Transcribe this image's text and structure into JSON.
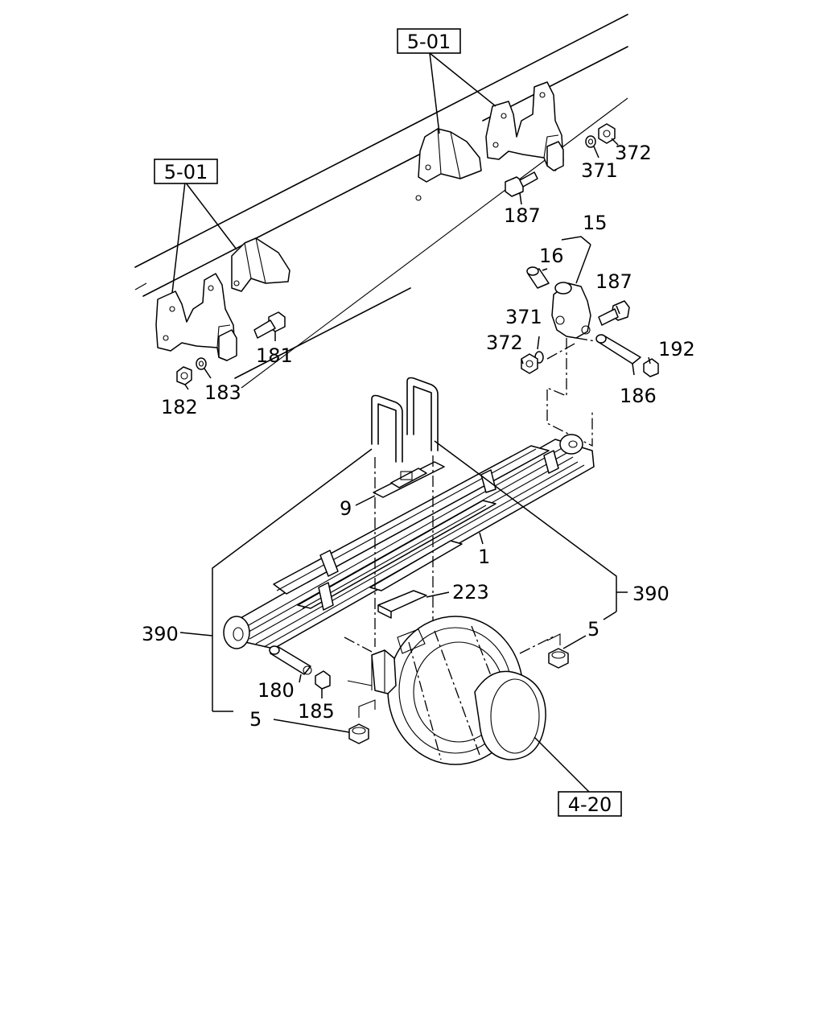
{
  "references": {
    "frame_bracket_top": "5-01",
    "frame_bracket_left": "5-01",
    "axle": "4-20"
  },
  "callouts": {
    "c187_top": "187",
    "c371_top": "371",
    "c372_top": "372",
    "c15": "15",
    "c16": "16",
    "c187_shackle": "187",
    "c371_shackle": "371",
    "c372_shackle": "372",
    "c192": "192",
    "c186": "186",
    "c181": "181",
    "c182": "182",
    "c183": "183",
    "c9": "9",
    "c1": "1",
    "c223": "223",
    "c390_right": "390",
    "c390_left": "390",
    "c5_right": "5",
    "c5_left": "5",
    "c180": "180",
    "c185": "185"
  }
}
